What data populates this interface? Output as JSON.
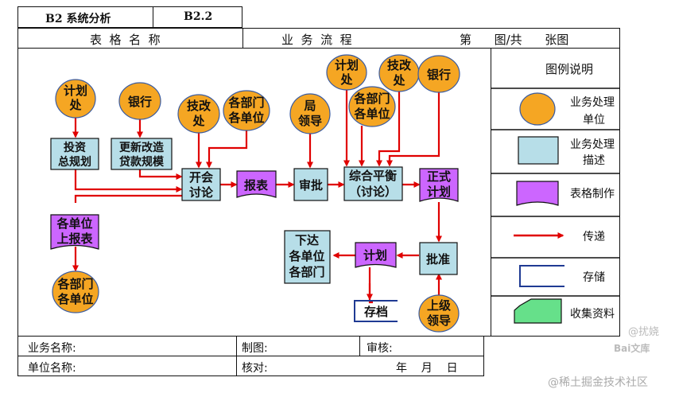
{
  "header": {
    "system_title": "B2 系统分析",
    "code": "B2.2",
    "table_name_label": "表  格  名  称",
    "process_label": "业  务  流  程",
    "page_label": "第      图/共      张图"
  },
  "legend": {
    "title": "图例说明",
    "items": [
      {
        "label": "业务处理\n单位"
      },
      {
        "label": "业务处理\n描述"
      },
      {
        "label": "表格制作"
      },
      {
        "label": "传递"
      },
      {
        "label": "存储"
      },
      {
        "label": "收集资料"
      }
    ]
  },
  "nodes": {
    "jihua_left": "计划\n处",
    "yinhang_left": "银行",
    "jigai_mid": "技改\n处",
    "gebumen_top": "各部门\n各单位",
    "ju_lingdao": "局\n领导",
    "jihua_top": "计划\n处",
    "jigai_top": "技改\n处",
    "yinhang_top": "银行",
    "gebumen_right": "各部门\n各单位",
    "touzi": "投资\n总规划",
    "gengxin": "更新改造\n贷款规模",
    "kaihui": "开会\n讨论",
    "baobiao": "报表",
    "shenpi": "审批",
    "zonghe": "综合平衡\n（讨论）",
    "zhengshi": "正式\n计划",
    "gedanwei_shangbao": "各单位\n上报表",
    "gebumen_bottom": "各部门\n各单位",
    "xiada": "下达\n各单位\n各部门",
    "jihua_form": "计划",
    "pizhun": "批准",
    "cundang": "存档",
    "shangji": "上级\n领导"
  },
  "footer": {
    "business_name": "业务名称:",
    "unit_name": "单位名称:",
    "drawn_by": "制图:",
    "checked_by": "核对:",
    "reviewed_by": "审核:",
    "date": "年    月    日"
  },
  "watermark": {
    "author": "@扰娆",
    "brand": "Bai文库",
    "community": "@稀土掘金技术社区"
  },
  "colors": {
    "unit_fill": "#F5A623",
    "desc_fill": "#B7DEE8",
    "form_fill": "#CC66FF",
    "arrow": "#E00000",
    "collect_fill": "#66E08A",
    "store_stroke": "#1F3A93",
    "text_node": "#111111"
  }
}
